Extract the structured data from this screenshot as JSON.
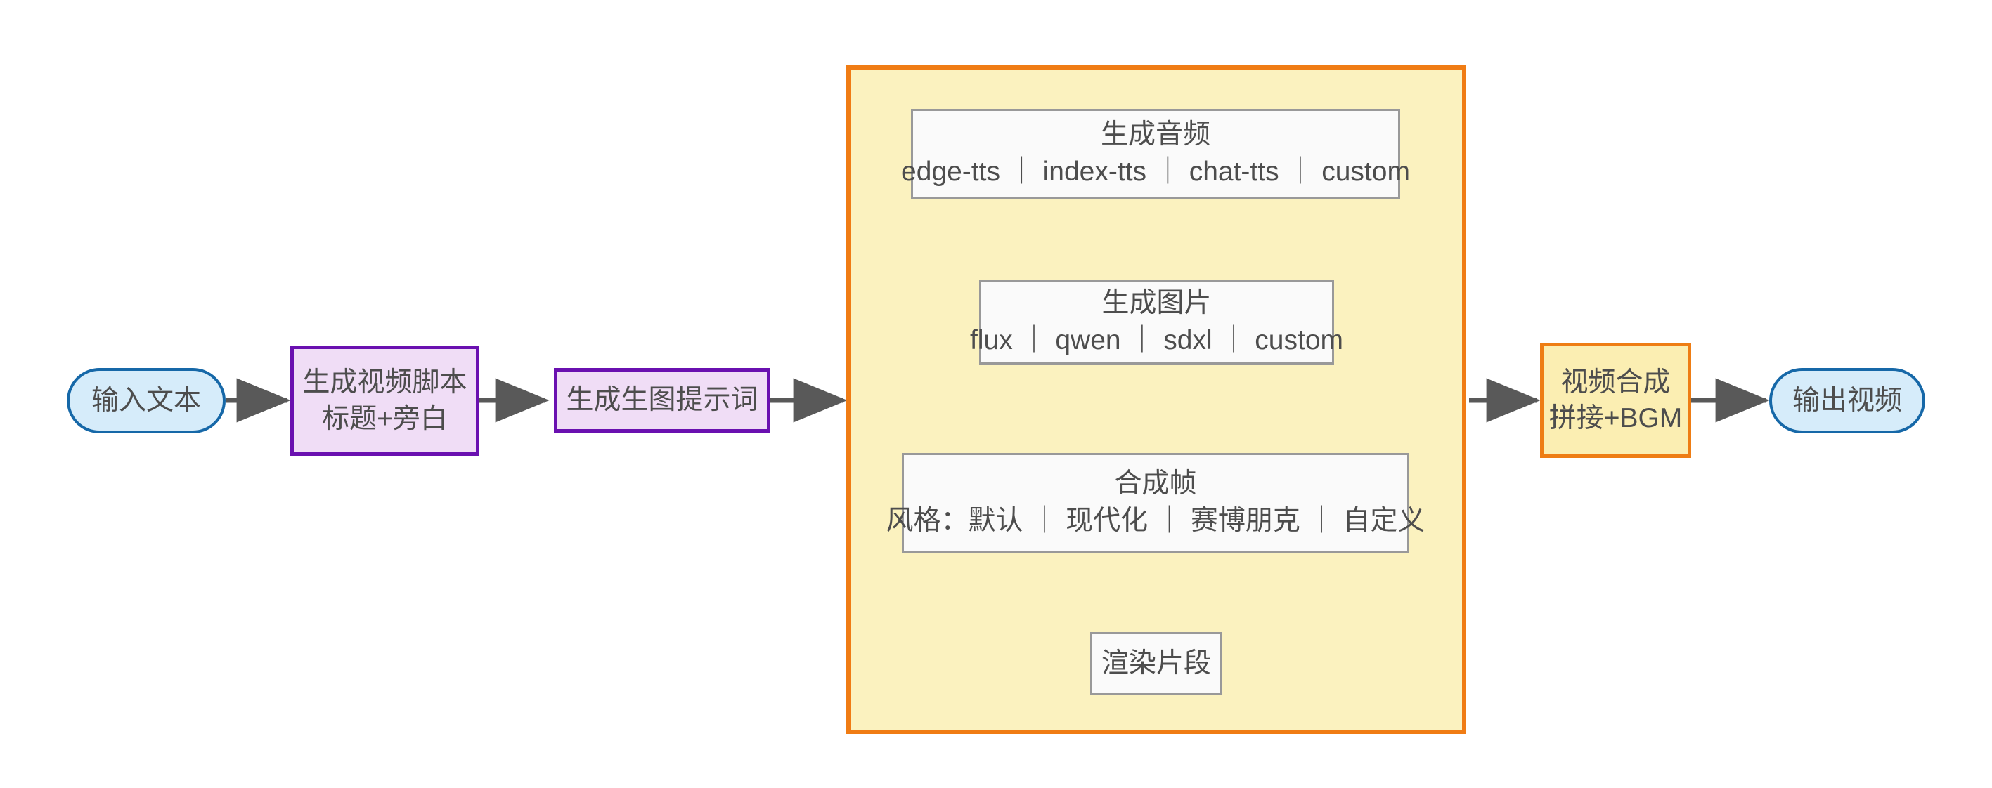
{
  "diagram": {
    "type": "flowchart",
    "direction": "left-to-right",
    "background": "#ffffff",
    "edge_color": "#595959",
    "nodes": [
      {
        "id": "input",
        "shape": "stadium",
        "label": "输入文本",
        "fill": "#d6ecfa",
        "stroke": "#1668a8"
      },
      {
        "id": "script",
        "shape": "rect",
        "line1": "生成视频脚本",
        "line2": "标题+旁白",
        "fill": "#f0ddf6",
        "stroke": "#6a10b0"
      },
      {
        "id": "prompt",
        "shape": "rect",
        "label": "生成生图提示词",
        "fill": "#f0ddf6",
        "stroke": "#6a10b0"
      },
      {
        "id": "audio",
        "shape": "rect",
        "line1": "生成音频",
        "line2": "edge-tts ｜ index-tts ｜ chat-tts ｜ custom",
        "fill": "#fafafa",
        "stroke": "#999999"
      },
      {
        "id": "image",
        "shape": "rect",
        "line1": "生成图片",
        "line2": "flux ｜ qwen ｜ sdxl ｜ custom",
        "fill": "#fafafa",
        "stroke": "#999999"
      },
      {
        "id": "frame",
        "shape": "rect",
        "line1": "合成帧",
        "line2": "风格：默认 ｜ 现代化 ｜ 赛博朋克 ｜ 自定义",
        "fill": "#fafafa",
        "stroke": "#999999"
      },
      {
        "id": "render",
        "shape": "rect",
        "label": "渲染片段",
        "fill": "#fafafa",
        "stroke": "#999999"
      },
      {
        "id": "merge",
        "shape": "rect",
        "line1": "视频合成",
        "line2": "拼接+BGM",
        "fill": "#fbeeb2",
        "stroke": "#ee7d14"
      },
      {
        "id": "output",
        "shape": "stadium",
        "label": "输出视频",
        "fill": "#d6ecfa",
        "stroke": "#1668a8"
      }
    ],
    "subgraph": {
      "id": "per-segment-pipeline",
      "fill": "#fbf2bf",
      "stroke": "#f07c14",
      "label": ""
    },
    "edges": [
      {
        "from": "input",
        "to": "script"
      },
      {
        "from": "script",
        "to": "prompt"
      },
      {
        "from": "prompt",
        "to": "per-segment-pipeline"
      },
      {
        "from": "audio",
        "to": "image"
      },
      {
        "from": "image",
        "to": "frame"
      },
      {
        "from": "frame",
        "to": "render"
      },
      {
        "from": "per-segment-pipeline",
        "to": "merge"
      },
      {
        "from": "merge",
        "to": "output"
      }
    ]
  }
}
